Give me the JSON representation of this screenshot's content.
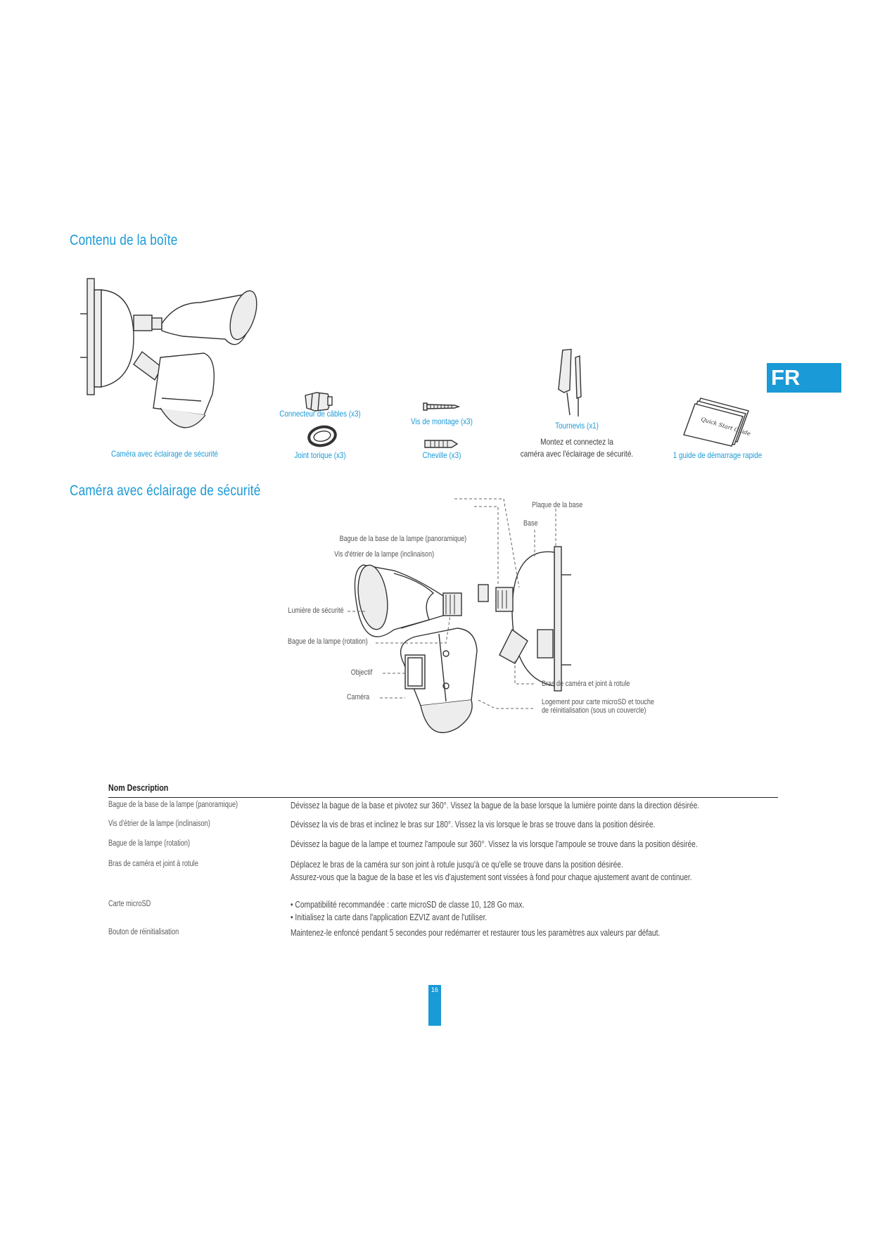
{
  "sections": {
    "box_contents_title": "Contenu de la boîte",
    "camera_title": "Caméra avec éclairage de sécurité"
  },
  "language_tab": "FR",
  "box_items": {
    "camera": "Caméra avec éclairage de sécurité",
    "wire_connector": "Connecteur de câbles (x3)",
    "o_ring": "Joint torique (x3)",
    "mounting_screw": "Vis de montage (x3)",
    "anchor": "Cheville (x3)",
    "screwdriver": "Tournevis (x1)",
    "screwdriver_note_1": "Montez et connectez la",
    "screwdriver_note_2": "caméra avec l'éclairage de sécurité.",
    "quick_guide": "1 guide de démarrage rapide",
    "guide_cover_text": "Quick Start Guide"
  },
  "diagram_labels": {
    "base_plate": "Plaque de la base",
    "base": "Base",
    "lamp_base_ring": "Bague de la base de la lampe (panoramique)",
    "lamp_bracket_screw": "Vis d'étrier de la lampe (inclinaison)",
    "security_light": "Lumière de sécurité",
    "lamp_ring": "Bague de la lampe (rotation)",
    "lens": "Objectif",
    "camera": "Caméra",
    "camera_arm": "Bras de caméra et joint à rotule",
    "slot_line1": "Logement pour carte microSD et touche",
    "slot_line2": "de réinitialisation (sous un couvercle)"
  },
  "table": {
    "header": "Nom Description",
    "rows": [
      {
        "name": "Bague de la base de la lampe (panoramique)",
        "desc": [
          "Dévissez la bague de la base et pivotez sur 360°. Vissez la bague de la base lorsque la lumière pointe dans la direction désirée."
        ]
      },
      {
        "name": "Vis d'étrier de la lampe (inclinaison)",
        "desc": [
          "Dévissez la vis de bras et inclinez le bras sur 180°. Vissez la vis lorsque le bras se trouve dans la position désirée."
        ]
      },
      {
        "name": "Bague de la lampe (rotation)",
        "desc": [
          "Dévissez la bague de la lampe et tournez l'ampoule sur 360°. Vissez la vis lorsque l'ampoule se trouve dans la position désirée."
        ]
      },
      {
        "name": "Bras de caméra et joint à rotule",
        "desc": [
          "Déplacez le bras de la caméra sur son joint à rotule jusqu'à ce qu'elle se trouve dans la position désirée.",
          "Assurez-vous que la bague de la base et les vis d'ajustement sont vissées à fond pour chaque ajustement avant de continuer."
        ]
      },
      {
        "name": "Carte microSD",
        "desc": [
          "• Compatibilité recommandée : carte microSD de classe 10, 128 Go max.",
          "• Initialisez la carte dans l'application EZVIZ avant de l'utiliser."
        ]
      },
      {
        "name": "Bouton de réinitialisation",
        "desc": [
          "Maintenez-le enfoncé pendant 5 secondes pour redémarrer et restaurer tous les paramètres aux valeurs par défaut."
        ]
      }
    ]
  },
  "page_number": "16",
  "colors": {
    "accent": "#1a9ad6",
    "text": "#3a3a3a"
  }
}
